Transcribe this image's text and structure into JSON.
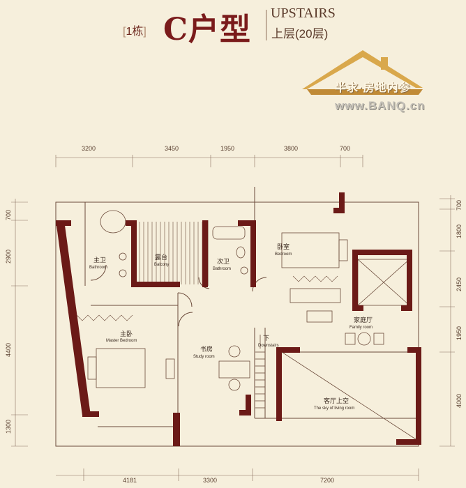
{
  "header": {
    "building": "1栋",
    "unit_type": "C户型",
    "floor_en": "UPSTAIRS",
    "floor_cn": "上层(20层)"
  },
  "watermark": {
    "cn": "半求·房地内参",
    "url": "www.BANQ.cn"
  },
  "dimensions": {
    "top": [
      "3200",
      "3450",
      "1950",
      "3800",
      "700"
    ],
    "bottom": [
      "4181",
      "3300",
      "7200"
    ],
    "left": [
      "700",
      "2900",
      "4400",
      "1300"
    ],
    "right": [
      "700",
      "1800",
      "2450",
      "1950",
      "4000"
    ]
  },
  "rooms": {
    "master_bath": {
      "cn": "主卫",
      "en": "Bathroom"
    },
    "balcony": {
      "cn": "露台",
      "en": "Balcony"
    },
    "second_bath": {
      "cn": "次卫",
      "en": "Bathroom"
    },
    "bedroom": {
      "cn": "卧室",
      "en": "Bedroom"
    },
    "master_bedroom": {
      "cn": "主卧",
      "en": "Master Bedroom"
    },
    "study": {
      "cn": "书房",
      "en": "Study room"
    },
    "downstairs": {
      "cn": "下",
      "en": "Downstairs"
    },
    "family_room": {
      "cn": "家庭厅",
      "en": "Family room"
    },
    "living_void": {
      "cn": "客厅上空",
      "en": "The sky of living room"
    }
  },
  "colors": {
    "wall": "#6b1a17",
    "accent": "#7a1b1b",
    "background": "#f6efdc"
  }
}
